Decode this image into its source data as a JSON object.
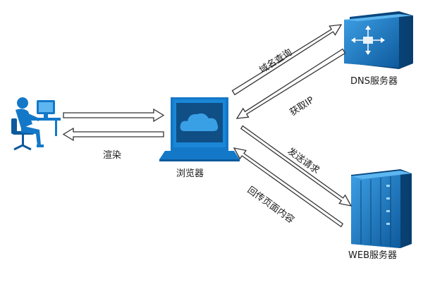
{
  "nodes": {
    "user": {
      "label": ""
    },
    "browser": {
      "label": "浏览器"
    },
    "dns_server": {
      "label": "DNS服务器"
    },
    "web_server": {
      "label": "WEB服务器"
    }
  },
  "edges": {
    "user_to_browser": {
      "label": ""
    },
    "browser_to_user": {
      "label": "渲染"
    },
    "browser_to_dns": {
      "label": "域名查询"
    },
    "dns_to_browser": {
      "label": "获取IP"
    },
    "browser_to_web": {
      "label": "发送请求"
    },
    "web_to_browser": {
      "label": "回传页面内容"
    }
  },
  "colors": {
    "primary_blue": "#1478c8",
    "dark_blue": "#0d5a9c",
    "arrow_stroke": "#333333",
    "arrow_fill": "#ffffff"
  },
  "icons": {
    "user": "person-at-computer-icon",
    "browser": "browser-window-icon",
    "dns": "dns-server-icon",
    "web": "web-server-rack-icon"
  }
}
